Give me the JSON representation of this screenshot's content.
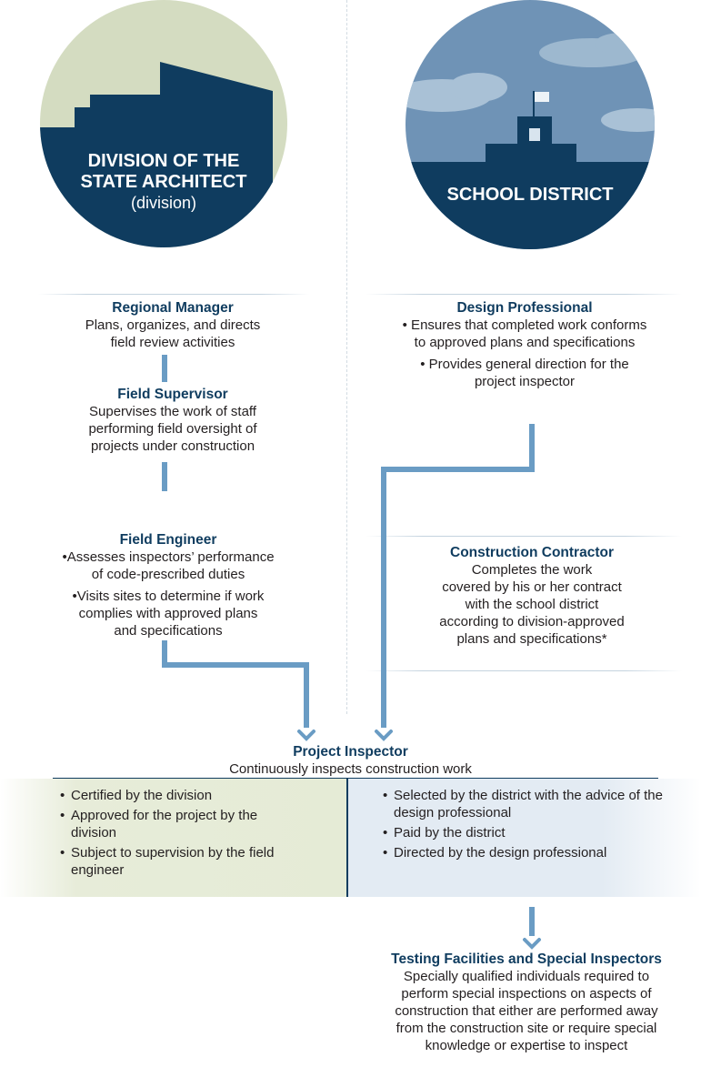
{
  "colors": {
    "navy": "#0f3c5f",
    "connector": "#6a9cc4",
    "left_panel": "#e7ecd9",
    "right_panel": "#e3ebf3"
  },
  "left_entity": {
    "name_line1": "DIVISION OF THE",
    "name_line2": "STATE ARCHITECT",
    "abbr": "(division)"
  },
  "right_entity": {
    "name": "SCHOOL DISTRICT"
  },
  "regional_manager": {
    "title": "Regional Manager",
    "line1": "Plans, organizes, and directs",
    "line2": "field review activities"
  },
  "field_supervisor": {
    "title": "Field Supervisor",
    "line1": "Supervises the work of staff",
    "line2": "performing field oversight of",
    "line3": "projects under construction"
  },
  "field_engineer": {
    "title": "Field Engineer",
    "b1_line1": "•Assesses inspectors’ performance",
    "b1_line2": "of code-prescribed duties",
    "b2_line1": "•Visits sites to determine if work",
    "b2_line2": "complies with approved plans",
    "b2_line3": "and specifications"
  },
  "design_professional": {
    "title": "Design Professional",
    "b1_line1": "• Ensures that completed work conforms",
    "b1_line2": "to approved plans and specifications",
    "b2_line1": "• Provides general direction for the",
    "b2_line2": "project inspector"
  },
  "construction_contractor": {
    "title": "Construction Contractor",
    "line1": "Completes the work",
    "line2": "covered by his or her contract",
    "line3": "with the school district",
    "line4": "according to division-approved",
    "line5": "plans and specifications*"
  },
  "project_inspector": {
    "title": "Project Inspector",
    "subtitle": "Continuously inspects construction work",
    "left_bullets": [
      "Certified by the division",
      "Approved for the project by the division",
      "Subject to supervision by the field engineer"
    ],
    "right_bullets": [
      "Selected by the district with the advice of the design professional",
      "Paid by the district",
      "Directed by the design professional"
    ]
  },
  "testing": {
    "title": "Testing Facilities and Special Inspectors",
    "line1": "Specially qualified individuals required to",
    "line2": "perform special inspections on aspects of",
    "line3": "construction that either are performed away",
    "line4": "from the construction site or require special",
    "line5": "knowledge or expertise to inspect"
  }
}
